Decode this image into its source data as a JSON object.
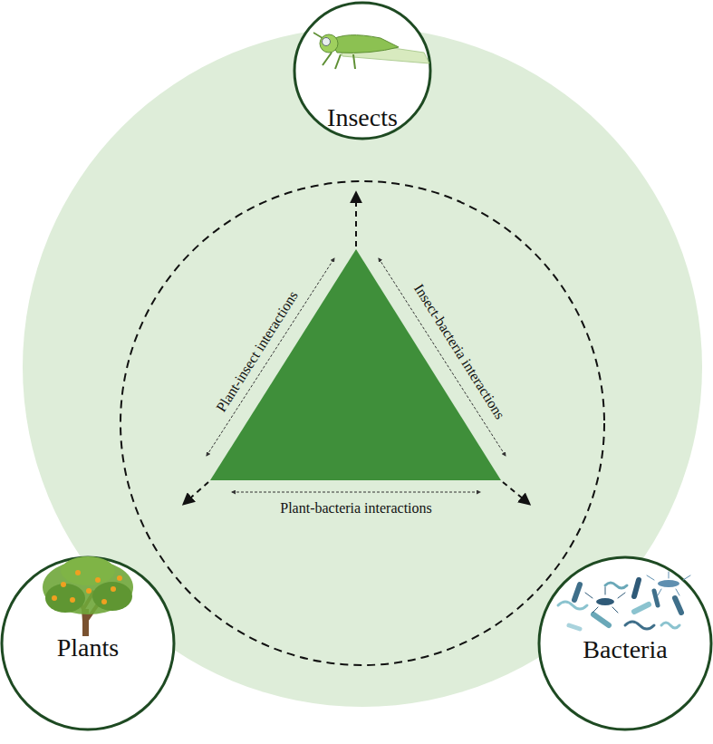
{
  "diagram": {
    "nodes": [
      {
        "text": [
          "Insects"
        ]
      },
      {
        "text": [
          "Plants"
        ]
      },
      {
        "text": [
          "Bacteria"
        ]
      }
    ],
    "labels": [
      "Plant-insect interactions",
      "Insect-bacteria interactions",
      "Plant-bacteria interactions"
    ]
  }
}
